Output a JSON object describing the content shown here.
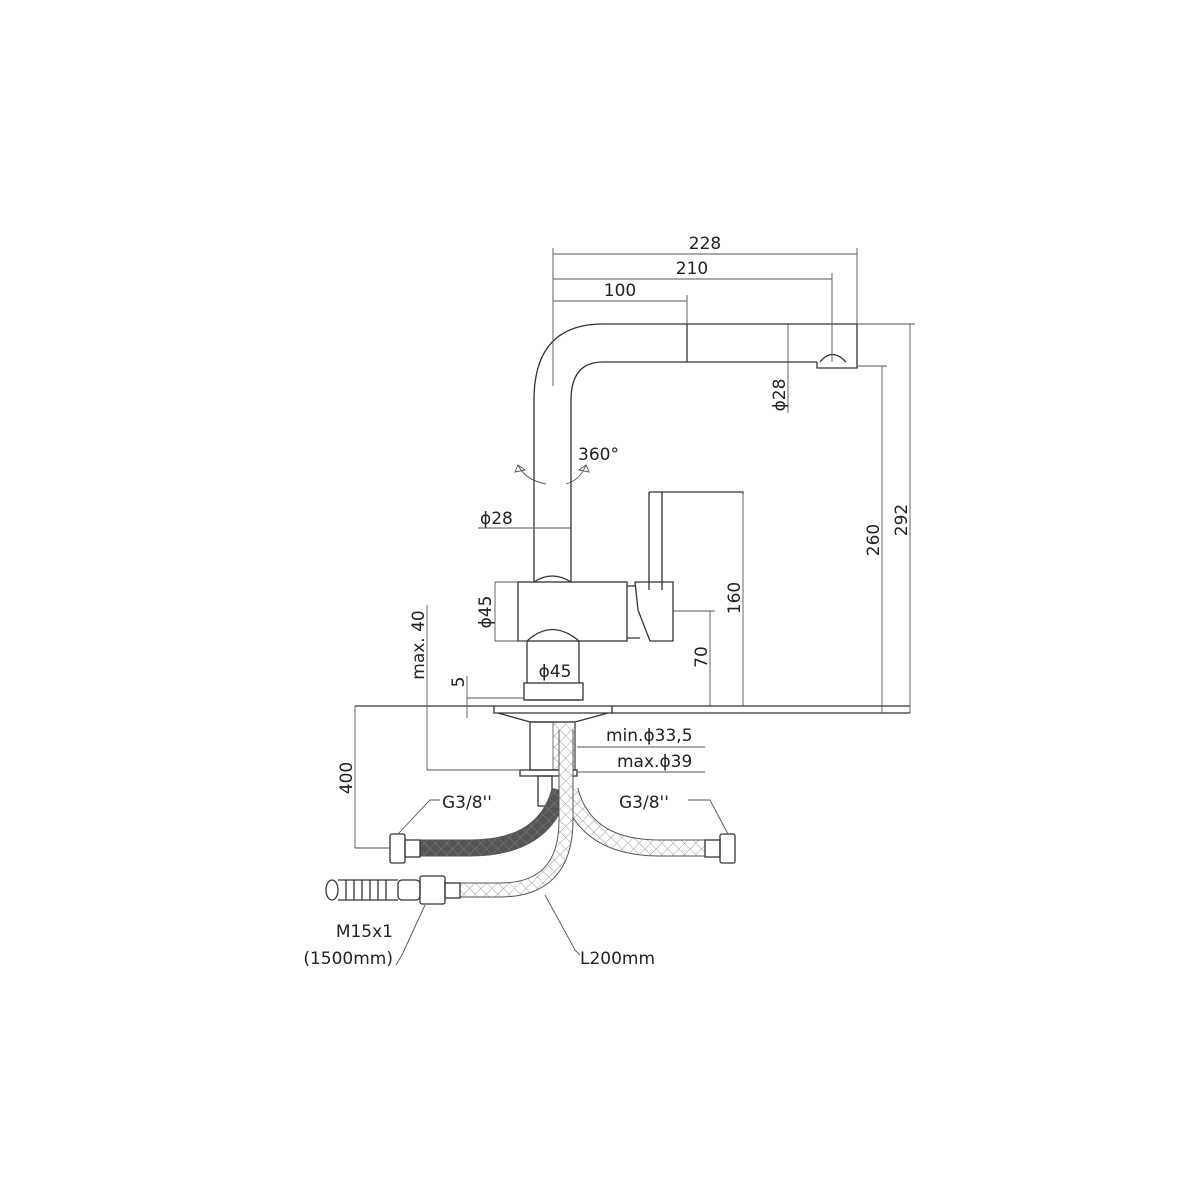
{
  "dimensions": {
    "d228": "228",
    "d210": "210",
    "d100": "100",
    "spout_dia": "ϕ28",
    "rotation": "360°",
    "column_dia": "ϕ28",
    "body_dia": "ϕ45",
    "base_dia": "ϕ45",
    "d160": "160",
    "d70": "70",
    "d260": "260",
    "d292": "292",
    "max40": "max. 40",
    "d5": "5",
    "d400": "400",
    "hole_min": "min.ϕ33,5",
    "hole_max": "max.ϕ39"
  },
  "callouts": {
    "left_connector": "G3/8''",
    "right_connector": "G3/8''",
    "shower_thread": "M15x1",
    "shower_length": "(1500mm)",
    "hose_length": "L200mm"
  },
  "colors": {
    "line": "#333333",
    "background": "#ffffff"
  }
}
